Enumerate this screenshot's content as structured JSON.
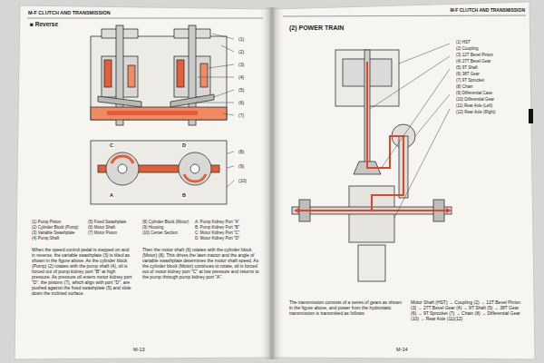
{
  "diagram": {
    "labels": [
      "M-F CLUTCH AND TRANSMISSION",
      "■ Reverse",
      "(1)",
      "(2)",
      "(3)",
      "(4)",
      "(5)",
      "(6)",
      "(7)",
      "(8)",
      "(9)",
      "(10)",
      "A",
      "B",
      "C",
      "D",
      "(1) Pump Piston",
      "(2) Cylinder Block (Pump)",
      "(3) Variable Swashplate",
      "(4) Pump Shaft",
      "(5) Fixed Swashplate",
      "(6) Motor Shaft",
      "(7) Motor Piston",
      "(8) Cylinder Block (Motor)",
      "(9) Housing",
      "(10) Center Section",
      "A: Pump Kidney Port \"A\"",
      "B: Pump Kidney Port \"B\"",
      "C: Motor Kidney Port \"C\"",
      "D: Motor Kidney Port \"D\"",
      "When the speed control pedal is stepped on and in reverse, the variable swashplate (3) is tilted as shown in the figure above. As the cylinder block (Pump) (2) rotates with the pump shaft (4), oil is forced out of pump kidney port \"B\" at high pressure. As pressure oil enters motor kidney port \"D\", the pistons (7), which align with port \"D\", are pushed against the fixed swashplate (5) and slide down the inclined surface.",
      "Then the motor shaft (6) rotates with the cylinder block (Motor) (8). This drives the lawn tractor and the angle of variable swashplate determines the motor shaft speed. As the cylinder block (Motor) continues to rotate, oil is forced out of motor kidney port \"C\" at low pressure and returns to the pump through pump kidney port \"A\".",
      "M-13",
      "M-F CLUTCH AND TRANSMISSION",
      "(2) POWER TRAIN",
      "(1) HST",
      "(2) Coupling",
      "(3) 12T Bevel Pinion",
      "(4) 27T Bevel Gear",
      "(5) 9T Shaft",
      "(6) 38T Gear",
      "(7) 9T Sprocket",
      "(8) Chain",
      "(9) Differential Case",
      "(10) Differential Gear",
      "(11) Rear Axle (Left)",
      "(12) Rear Axle (Right)",
      "The transmission consists of a series of gears as shown in the figure above, and power from the hydrostatic transmission is transmitted as follows:",
      "Motor Shaft (HST) → Coupling (2) → 12T Bevel Pinion (3) → 27T Bevel Gear (4) → 9T Shaft (5) → 38T Gear (6) → 9T Sprocket (7) → Chain (8) → Differential Gear (10) → Rear Axle (11)(12)",
      "M-14"
    ]
  }
}
